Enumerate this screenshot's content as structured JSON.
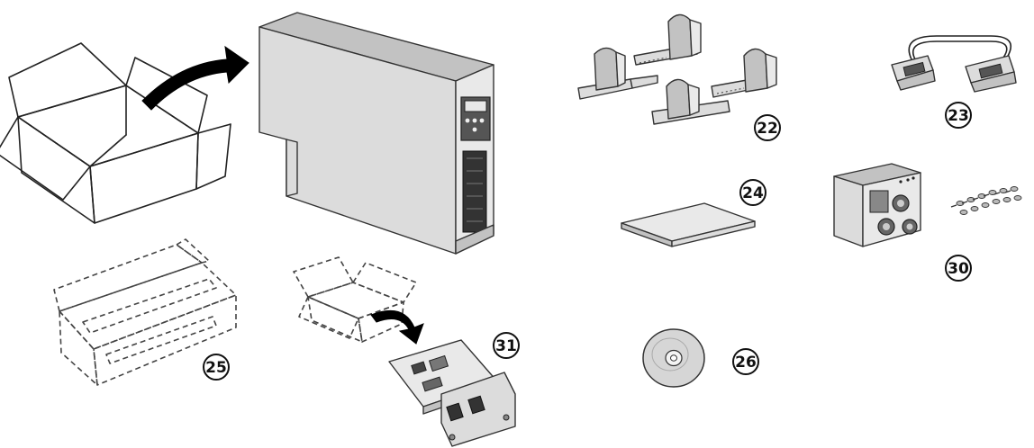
{
  "callouts": {
    "rail_supports": "22",
    "serial_cable": "23",
    "documentation": "24",
    "rack_kit": "25",
    "cd_rom": "26",
    "bypass_module": "30",
    "network_card": "31"
  }
}
